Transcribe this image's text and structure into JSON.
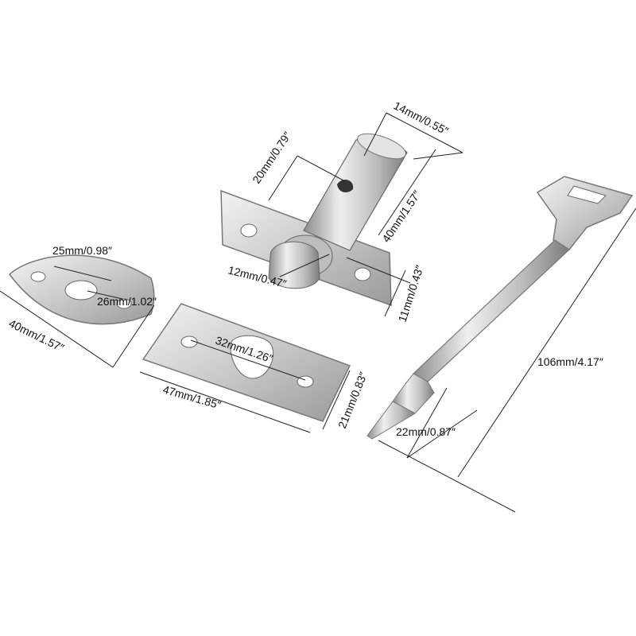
{
  "dimensions": {
    "bolt_body_width": "14mm/0.55″",
    "bolt_tube_length": "20mm/0.79″",
    "bolt_body_length": "40mm/1.57″",
    "bolt_head_width": "12mm/0.47″",
    "bolt_head_depth": "11mm/0.43″",
    "oval_plate_hole": "25mm/0.98″",
    "oval_plate_width": "26mm/1.02″",
    "oval_plate_length": "40mm/1.57″",
    "strike_plate_hole": "32mm/1.26″",
    "strike_plate_length": "47mm/1.85″",
    "strike_plate_width": "21mm/0.83″",
    "key_tip_length": "22mm/0.87″",
    "key_length": "106mm/4.17″"
  },
  "colors": {
    "metal_light": "#e6e6e6",
    "metal_mid": "#c4c4c4",
    "metal_dark": "#8a8a8a",
    "background": "#ffffff"
  }
}
